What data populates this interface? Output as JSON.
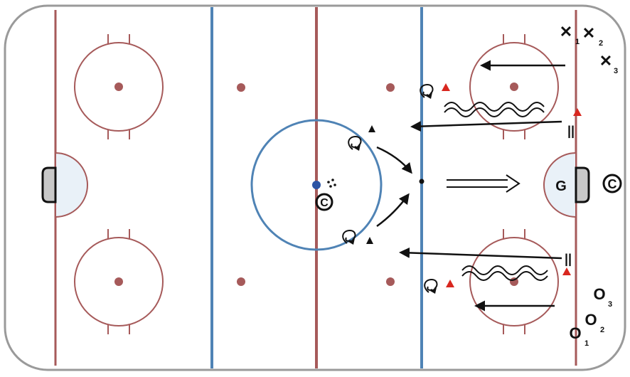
{
  "rink": {
    "colors": {
      "board": "#9a9a9a",
      "ice": "#ffffff",
      "red_line": "#a65a5a",
      "blue_line": "#4f83b5",
      "crease_fill": "#e9f1f8",
      "net_fill": "#c8c8c8",
      "dot": "#a65a5a",
      "player": "#111111",
      "defender": "#d8271f",
      "puck": "#2c54a4"
    }
  },
  "players": {
    "attackers": [
      {
        "symbol": "✕",
        "number": "1"
      },
      {
        "symbol": "✕",
        "number": "2"
      },
      {
        "symbol": "✕",
        "number": "3"
      }
    ],
    "defenders": [
      {
        "symbol": "O",
        "number": "1"
      },
      {
        "symbol": "O",
        "number": "2"
      },
      {
        "symbol": "O",
        "number": "3"
      }
    ]
  },
  "labels": {
    "goalie": "G",
    "coach_symbol": "©",
    "stop_mark": "||"
  },
  "icons": [
    "pivot-arrow-icon",
    "skating-line-icon",
    "pass-arrow-icon",
    "shot-arrow-icon",
    "puck-icon",
    "cone-icon"
  ]
}
